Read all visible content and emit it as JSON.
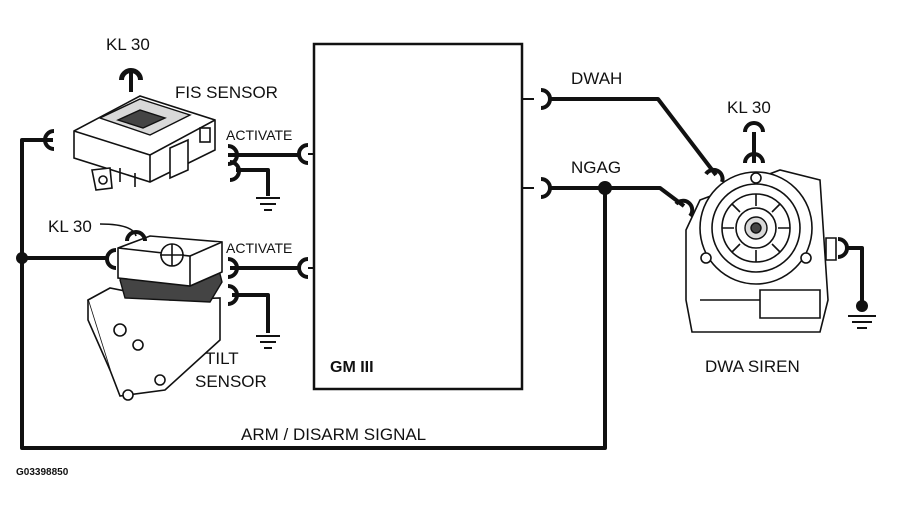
{
  "labels": {
    "kl30_fis": "KL 30",
    "fis_sensor": "FIS SENSOR",
    "activate_fis": "ACTIVATE",
    "kl30_tilt": "KL 30",
    "activate_tilt": "ACTIVATE",
    "tilt_line1": "TILT",
    "tilt_line2": "SENSOR",
    "gm3": "GM III",
    "dwah": "DWAH",
    "ngag": "NGAG",
    "kl30_siren": "KL 30",
    "dwa_siren": "DWA SIREN",
    "arm_signal": "ARM / DISARM SIGNAL",
    "figure_id": "G03398850"
  }
}
